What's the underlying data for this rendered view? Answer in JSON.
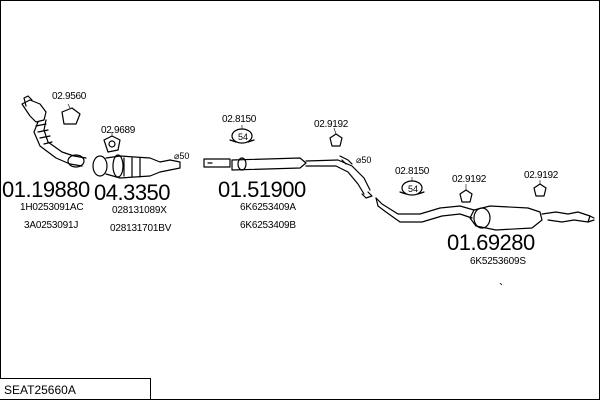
{
  "diagram_id": "SEAT25660A",
  "parts": [
    {
      "number": "01.19880",
      "oem": [
        "1H0253091AC",
        "3A0253091J"
      ]
    },
    {
      "number": "04.3350",
      "oem": [
        "028131089X",
        "028131701BV"
      ]
    },
    {
      "number": "01.51900",
      "oem": [
        "6K6253409A",
        "6K6253409B"
      ]
    },
    {
      "number": "01.69280",
      "oem": [
        "6K5253609S"
      ]
    }
  ],
  "accessories": [
    "02.9560",
    "02.9689",
    "02.8150",
    "02.9192",
    "02.8150",
    "02.9192",
    "02.9192"
  ],
  "diameters": [
    "⌀50",
    "⌀50"
  ],
  "clamp_label": "54"
}
